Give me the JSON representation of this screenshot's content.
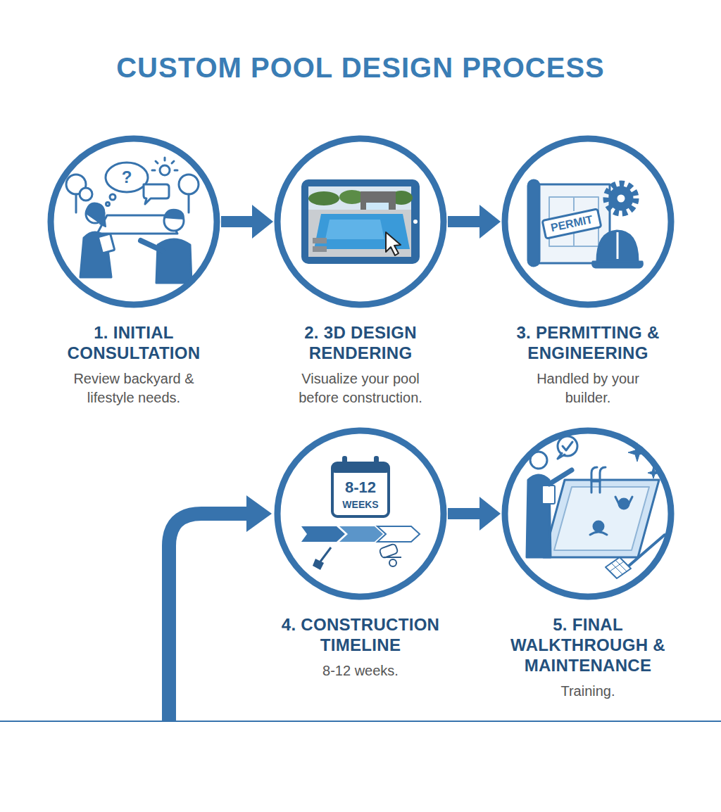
{
  "diagram": {
    "title": "CUSTOM POOL DESIGN PROCESS",
    "nodes": [
      {
        "text": [
          "1. INITIAL CONSULTATION",
          "Review backyard & lifestyle needs."
        ]
      },
      {
        "text": [
          "2. 3D DESIGN RENDERING",
          "Visualize your pool before construction."
        ]
      },
      {
        "text": [
          "3. PERMITTING & ENGINEERING",
          "Handled by your builder."
        ]
      },
      {
        "text": [
          "4. CONSTRUCTION TIMELINE",
          "8-12 weeks."
        ]
      },
      {
        "text": [
          "5. FINAL WALKTHROUGH & MAINTENANCE",
          "Training."
        ]
      }
    ],
    "edges": [
      {
        "from": 0,
        "to": 1,
        "arrow": "to"
      },
      {
        "from": 1,
        "to": 2,
        "arrow": "to"
      },
      {
        "from": 3,
        "to": 4,
        "arrow": "to"
      }
    ],
    "labels": [
      "?",
      "PERMIT",
      "8-12",
      "WEEKS"
    ]
  }
}
